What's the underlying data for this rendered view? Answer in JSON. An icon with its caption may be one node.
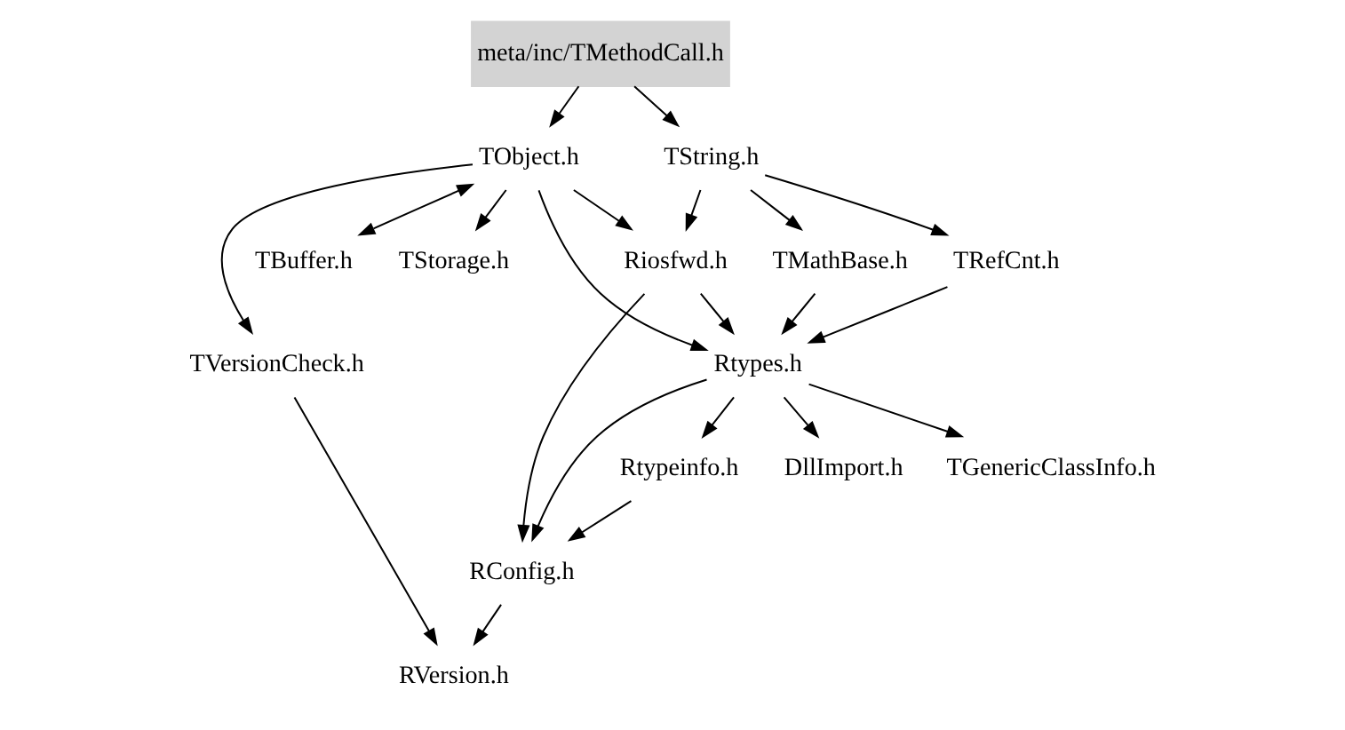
{
  "diagram": {
    "nodes": [
      {
        "text": [
          "meta/inc/TMethodCall.h"
        ]
      },
      {
        "text": [
          "TObject.h"
        ]
      },
      {
        "text": [
          "TString.h"
        ]
      },
      {
        "text": [
          "TBuffer.h"
        ]
      },
      {
        "text": [
          "TStorage.h"
        ]
      },
      {
        "text": [
          "Riosfwd.h"
        ]
      },
      {
        "text": [
          "TRefCnt.h"
        ]
      },
      {
        "text": [
          "TMathBase.h"
        ]
      },
      {
        "text": [
          "TVersionCheck.h"
        ]
      },
      {
        "text": [
          "Rtypes.h"
        ]
      },
      {
        "text": [
          "DllImport.h"
        ]
      },
      {
        "text": [
          "TGenericClassInfo.h"
        ]
      },
      {
        "text": [
          "Rtypeinfo.h"
        ]
      },
      {
        "text": [
          "RConfig.h"
        ]
      },
      {
        "text": [
          "RVersion.h"
        ]
      }
    ],
    "edges": [
      {
        "from": 0,
        "to": 1,
        "arrow": "to"
      },
      {
        "from": 0,
        "to": 2,
        "arrow": "to"
      },
      {
        "from": 1,
        "to": 3,
        "arrow": "both"
      },
      {
        "from": 1,
        "to": 4,
        "arrow": "to"
      },
      {
        "from": 1,
        "to": 5,
        "arrow": "to"
      },
      {
        "from": 1,
        "to": 8,
        "arrow": "to"
      },
      {
        "from": 1,
        "to": 9,
        "arrow": "to"
      },
      {
        "from": 2,
        "to": 5,
        "arrow": "to"
      },
      {
        "from": 2,
        "to": 6,
        "arrow": "to"
      },
      {
        "from": 2,
        "to": 7,
        "arrow": "to"
      },
      {
        "from": 5,
        "to": 9,
        "arrow": "to"
      },
      {
        "from": 5,
        "to": 13,
        "arrow": "to"
      },
      {
        "from": 6,
        "to": 9,
        "arrow": "to"
      },
      {
        "from": 7,
        "to": 9,
        "arrow": "to"
      },
      {
        "from": 9,
        "to": 10,
        "arrow": "to"
      },
      {
        "from": 9,
        "to": 11,
        "arrow": "to"
      },
      {
        "from": 9,
        "to": 12,
        "arrow": "to"
      },
      {
        "from": 9,
        "to": 13,
        "arrow": "to"
      },
      {
        "from": 12,
        "to": 13,
        "arrow": "to"
      },
      {
        "from": 8,
        "to": 14,
        "arrow": "to"
      },
      {
        "from": 13,
        "to": 14,
        "arrow": "to"
      }
    ]
  }
}
